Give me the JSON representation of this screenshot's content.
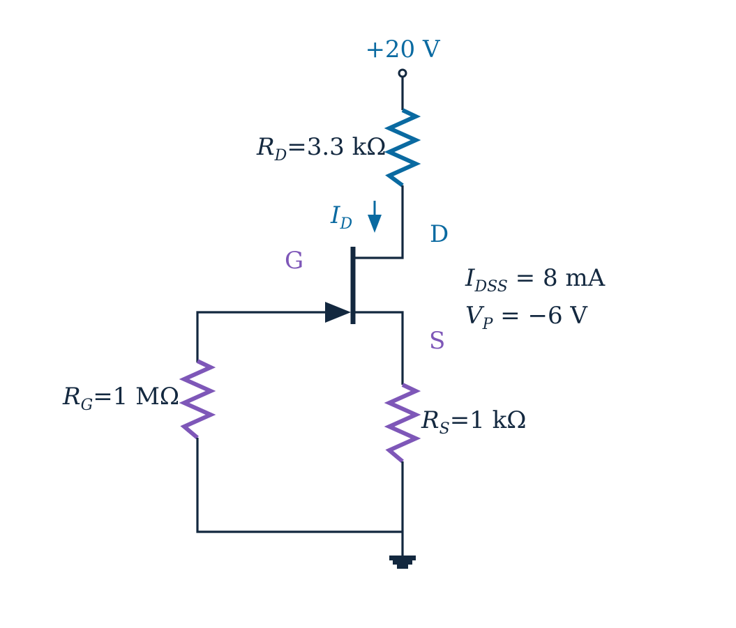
{
  "colors": {
    "wire": "#13283f",
    "blue": "#0a6aa1",
    "purple": "#7e57b8"
  },
  "supply": {
    "label": "+20 V"
  },
  "rd": {
    "symbol": "R",
    "subscript": "D",
    "value": "=3.3 kΩ"
  },
  "id_arrow": {
    "symbol": "I",
    "subscript": "D"
  },
  "terminals": {
    "drain": "D",
    "gate": "G",
    "source": "S"
  },
  "params": {
    "idss_symbol": "I",
    "idss_subscript": "DSS",
    "idss_value": " = 8 mA",
    "vp_symbol": "V",
    "vp_subscript": "P",
    "vp_value": " = −6 V"
  },
  "rg": {
    "symbol": "R",
    "subscript": "G",
    "value": "=1 MΩ"
  },
  "rs": {
    "symbol": "R",
    "subscript": "S",
    "value": "=1 kΩ"
  }
}
